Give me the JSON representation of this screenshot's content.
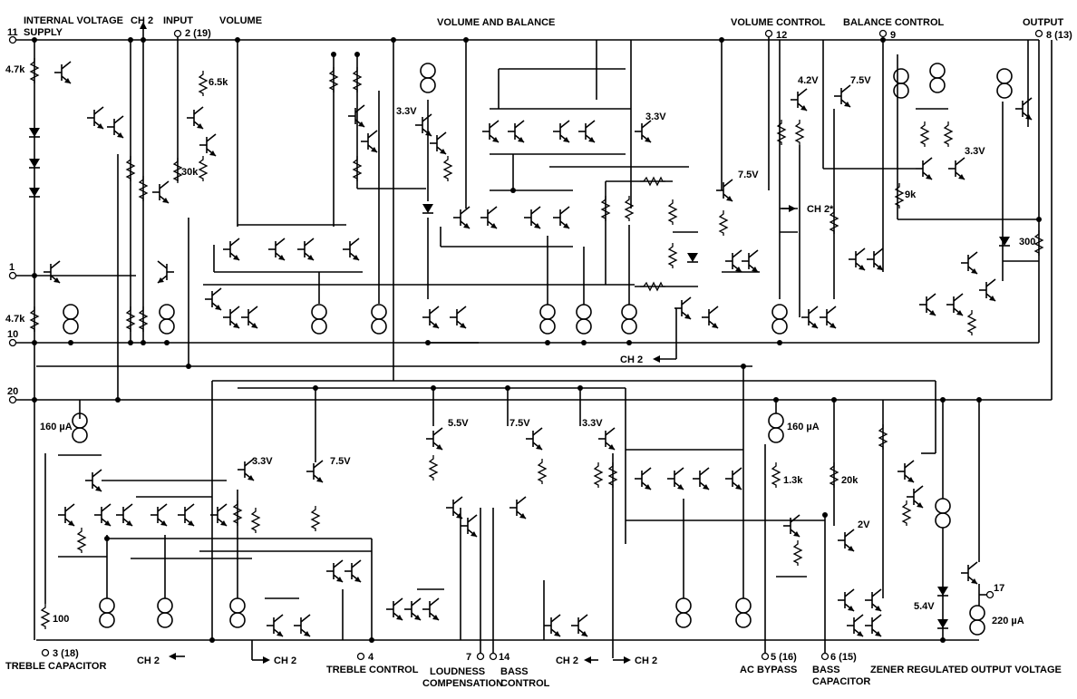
{
  "labels": {
    "internal_voltage": "INTERNAL VOLTAGE",
    "supply": "SUPPLY",
    "pin11": "11",
    "ch2_top": "CH 2",
    "input": "INPUT",
    "input_pin": "2 (19)",
    "volume": "VOLUME",
    "volume_and_balance": "VOLUME AND BALANCE",
    "volume_control": "VOLUME CONTROL",
    "balance_control": "BALANCE CONTROL",
    "output": "OUTPUT",
    "pin12": "12",
    "pin9": "9",
    "pin8": "8 (13)",
    "r_4_7k_a": "4.7k",
    "r_4_7k_b": "4.7k",
    "r_6_5k": "6.5k",
    "r_30k": "30k",
    "v_3_3_a": "3.3V",
    "v_3_3_b": "3.3V",
    "v_4_2": "4.2V",
    "v_7_5_a": "7.5V",
    "v_7_5_b": "7.5V",
    "v_3_3_c": "3.3V",
    "ch2_star": "CH 2*",
    "r_9k": "9k",
    "r_300": "300",
    "pin1": "1",
    "pin10": "10",
    "pin20": "20",
    "ch2_mid": "CH 2",
    "i_160ua_a": "160 µA",
    "v_3_3_d": "3.3V",
    "v_7_5_c": "7.5V",
    "v_5_5": "5.5V",
    "v_7_5_d": "7.5V",
    "v_3_3_e": "3.3V",
    "i_160ua_b": "160 µA",
    "r_1_3k": "1.3k",
    "r_20k": "20k",
    "v_2": "2V",
    "v_5_4": "5.4V",
    "pin17": "17",
    "i_220ua": "220 µA",
    "r_100": "100",
    "treble_capacitor_pin": "3 (18)",
    "treble_capacitor": "TREBLE CAPACITOR",
    "ch2_b1": "CH 2",
    "ch2_b2": "CH 2",
    "pin4": "4",
    "treble_control": "TREBLE CONTROL",
    "pin7": "7",
    "loudness": "LOUDNESS",
    "compensation": "COMPENSATION",
    "pin14": "14",
    "bass": "BASS",
    "control": "CONTROL",
    "ch2_b3": "CH 2",
    "ch2_b4": "CH 2",
    "ac_bypass_pin": "5 (16)",
    "ac_bypass": "AC BYPASS",
    "bass_capacitor_pin": "6 (15)",
    "bass_cap1": "BASS",
    "bass_cap2": "CAPACITOR",
    "zener_output": "ZENER REGULATED OUTPUT VOLTAGE"
  }
}
